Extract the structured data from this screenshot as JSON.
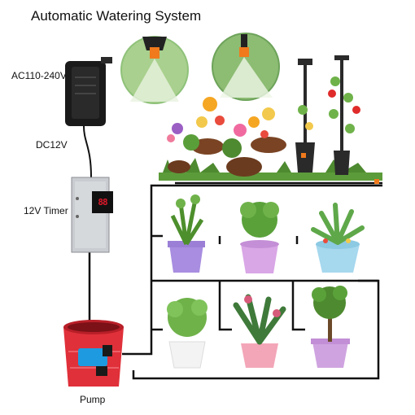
{
  "title": "Automatic Watering System",
  "labels": {
    "adapter": "AC110-240V",
    "dc": "DC12V",
    "timer": "12V Timer",
    "pump": "Pump"
  },
  "timer_display": "88",
  "colors": {
    "tubing": "#111111",
    "bucket": "#e0303a",
    "pump": "#1e9be0",
    "timer_box": "#c9ccd0",
    "dripper": "#f07a1c"
  },
  "icons": [
    "power-adapter-icon",
    "timer-box-icon",
    "bucket-icon",
    "pump-icon",
    "mist-nozzle-icon",
    "garden-scene-icon",
    "potted-plant-icon"
  ]
}
